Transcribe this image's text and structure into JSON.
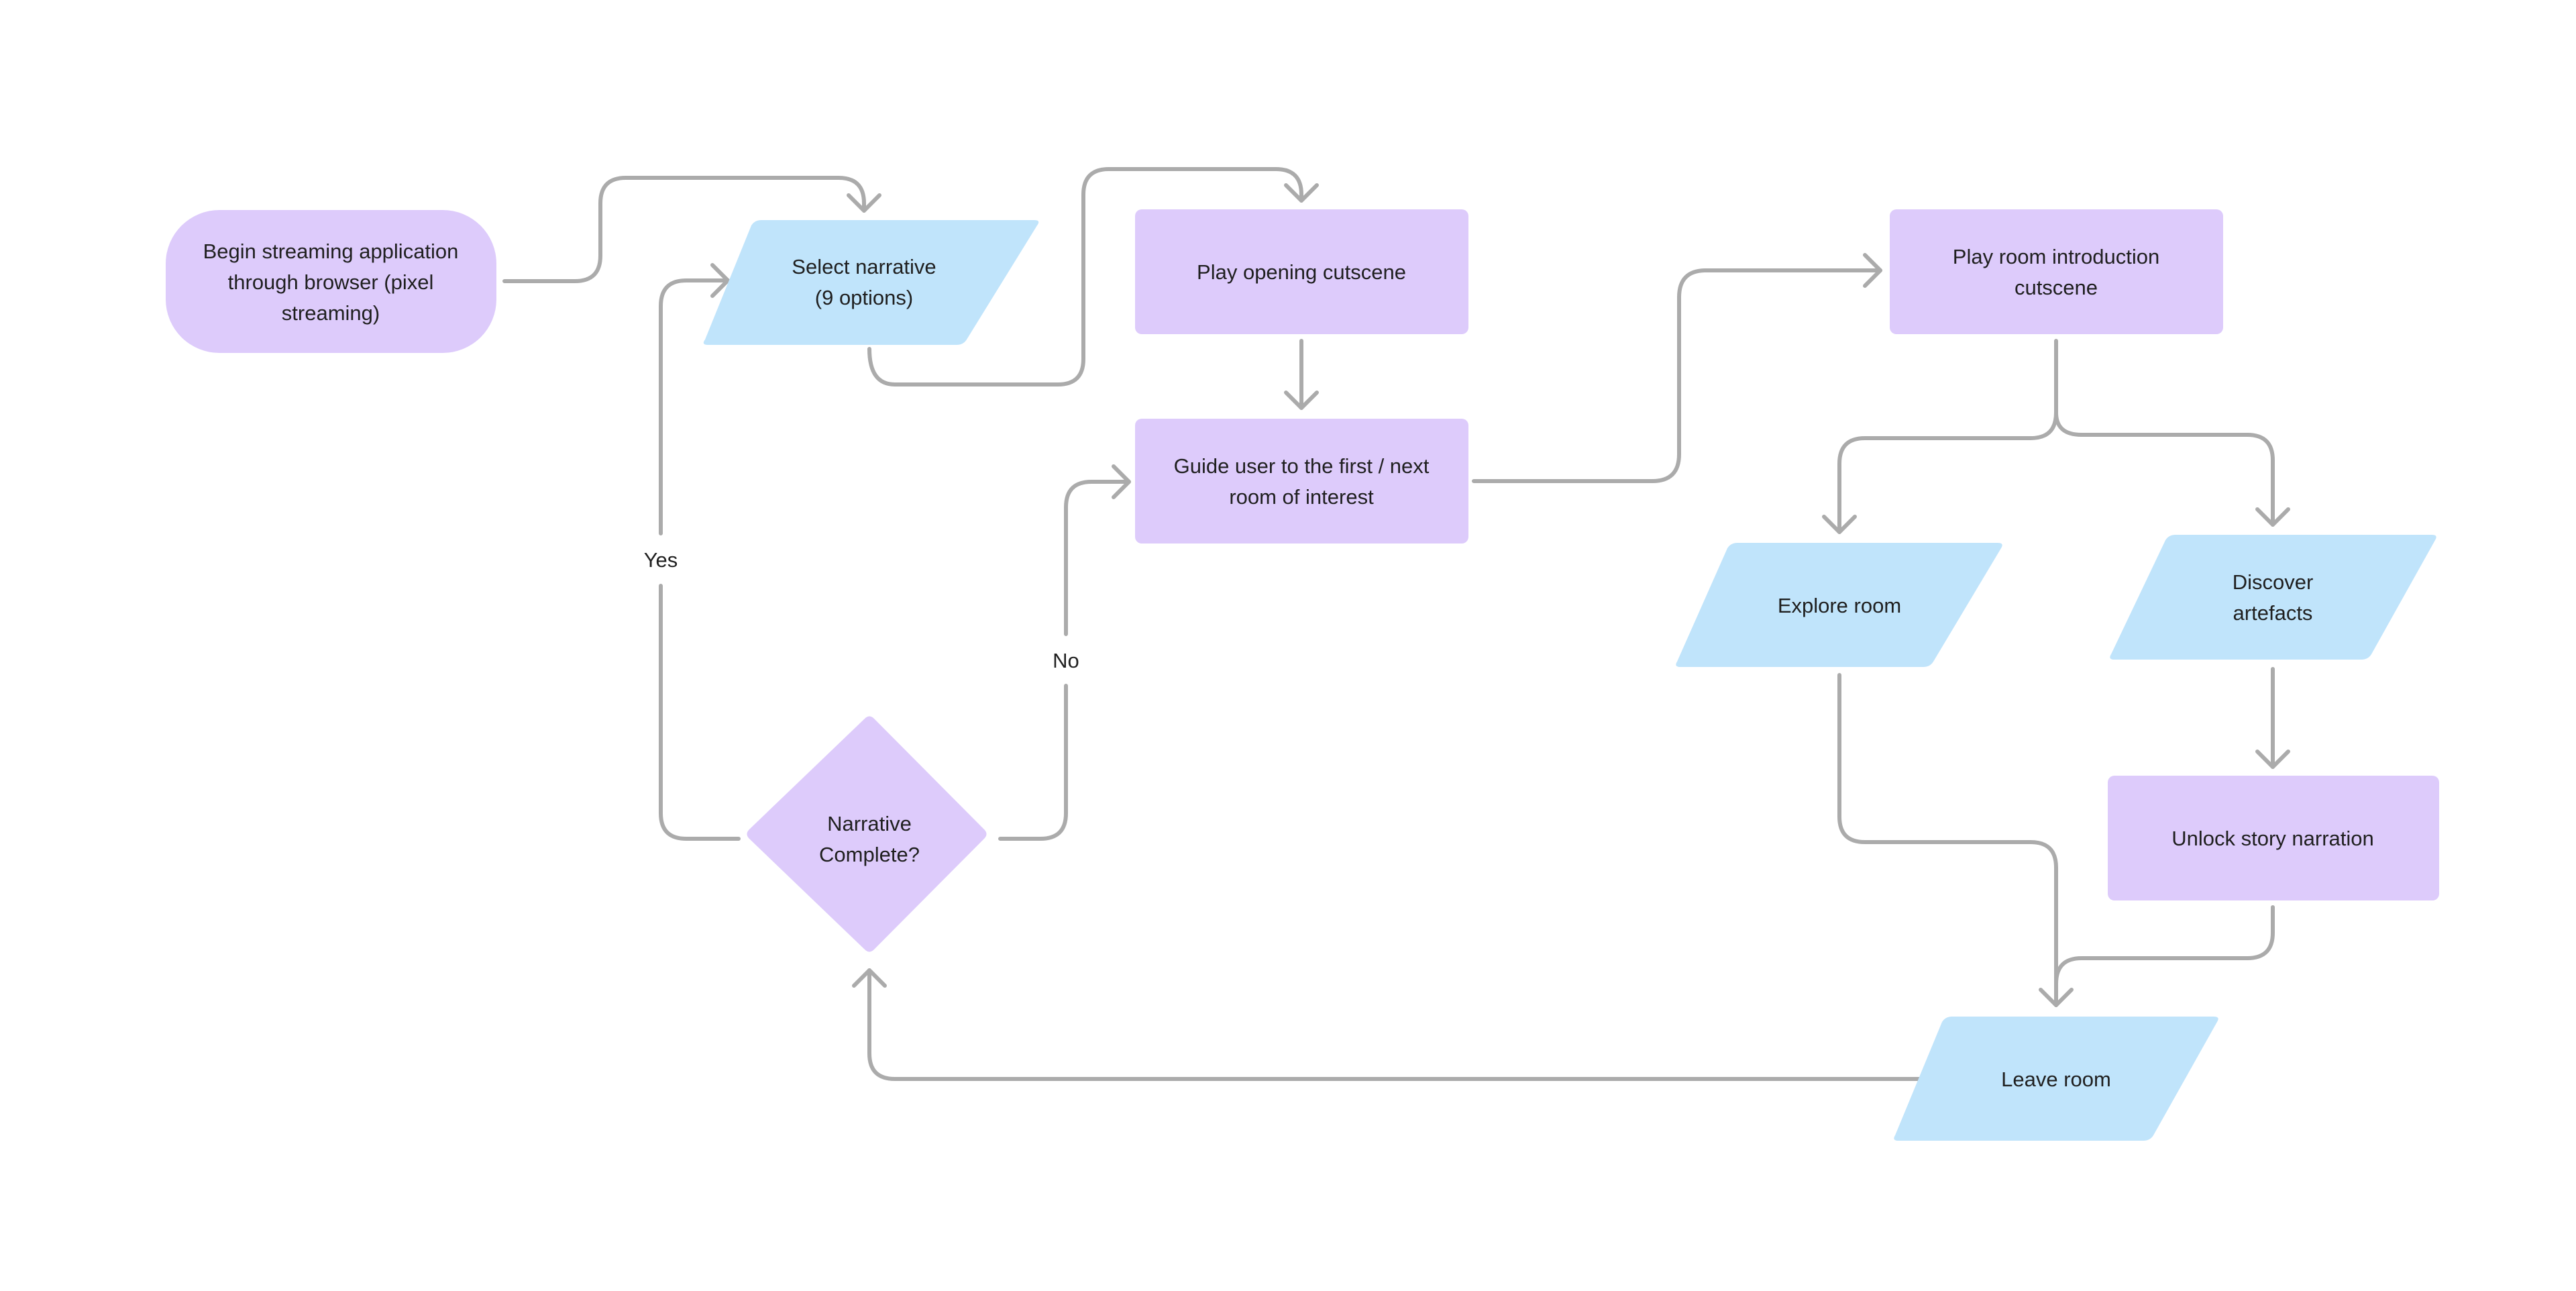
{
  "colors": {
    "process": "#ddcbfb",
    "io": "#c0e4fb",
    "edge": "#ababab",
    "text": "#1f1f1f",
    "background": "#ffffff"
  },
  "nodes": {
    "begin": {
      "lines": [
        "Begin streaming application",
        "through browser (pixel",
        "streaming)"
      ]
    },
    "select": {
      "lines": [
        "Select narrative",
        "(9 options)"
      ]
    },
    "opening": {
      "lines": [
        "Play opening cutscene"
      ]
    },
    "guide": {
      "lines": [
        "Guide user to the first / next",
        "room of interest"
      ]
    },
    "room_intro": {
      "lines": [
        "Play room introduction",
        "cutscene"
      ]
    },
    "explore": {
      "lines": [
        "Explore room"
      ]
    },
    "discover": {
      "lines": [
        "Discover",
        "artefacts"
      ]
    },
    "unlock": {
      "lines": [
        "Unlock story narration"
      ]
    },
    "leave": {
      "lines": [
        "Leave room"
      ]
    },
    "complete": {
      "lines": [
        "Narrative",
        "Complete?"
      ]
    }
  },
  "edge_labels": {
    "yes": "Yes",
    "no": "No"
  }
}
